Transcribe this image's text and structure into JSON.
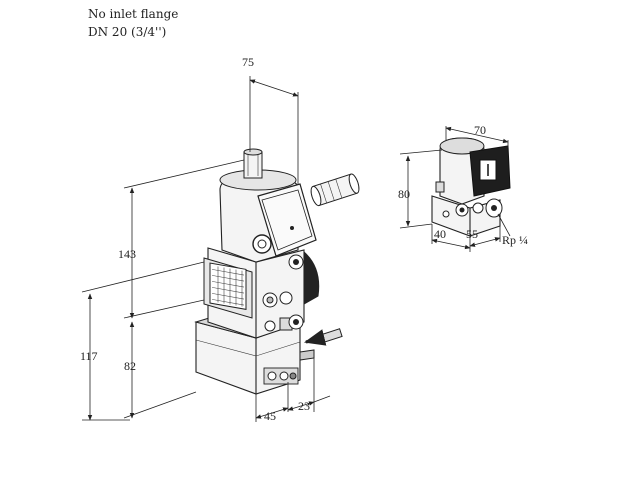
{
  "notes": {
    "line1": "No inlet flange",
    "line2": "DN 20 (3/4'')"
  },
  "dimensions": {
    "main": {
      "width_top": "75",
      "height_upper": "143",
      "height_lower": "82",
      "height_total": "117",
      "depth_bottom": "45",
      "offset_bottom": "23"
    },
    "aux": {
      "width": "70",
      "height": "80",
      "depth_a": "40",
      "depth_b": "55",
      "port": "Rp ¼"
    }
  },
  "colors": {
    "line": "#222222",
    "body_fill": "#f2f2f2",
    "shade": "#c8c8c8",
    "dark": "#1a1a1a"
  }
}
